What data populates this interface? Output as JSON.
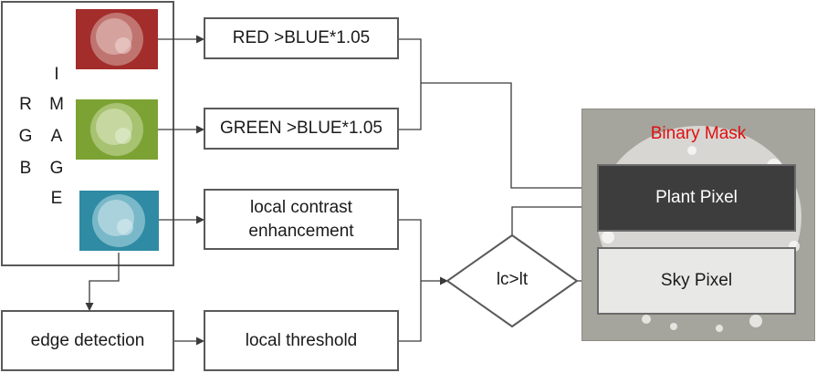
{
  "input": {
    "letters_rgb": [
      "R",
      "G",
      "B"
    ],
    "letters_image": [
      "I",
      "M",
      "A",
      "G",
      "E"
    ],
    "thumb_colors": {
      "red": "#a32d2b",
      "green": "#7da234",
      "blue": "#2f8aa3"
    }
  },
  "boxes": {
    "red_rule": "RED >BLUE*1.05",
    "green_rule": "GREEN >BLUE*1.05",
    "contrast_line1": "local contrast",
    "contrast_line2": "enhancement",
    "edge": "edge detection",
    "threshold": "local threshold"
  },
  "decision": {
    "label": "lc>lt"
  },
  "output": {
    "title": "Binary Mask",
    "plant": "Plant Pixel",
    "sky": "Sky Pixel",
    "title_color": "#e01010"
  }
}
